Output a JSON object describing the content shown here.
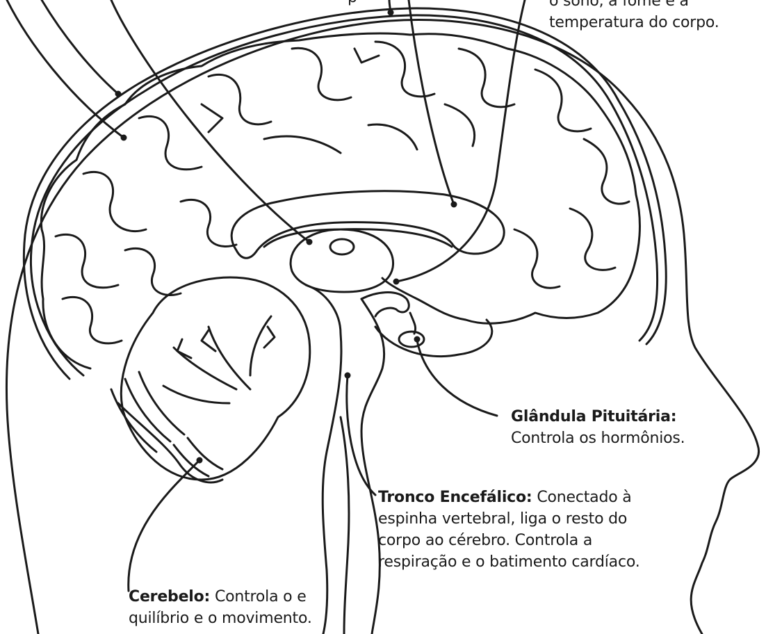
{
  "labels": {
    "hypothalamus": {
      "line1": "o sono, a fome e a",
      "line2": "temperatura do corpo."
    },
    "pituitary": {
      "title": "Glândula Pituitária:",
      "line1": "Controla os hormônios."
    },
    "brainstem": {
      "title": "Tronco Encefálico:",
      "line1_rest": " Conectado à",
      "line2": "espinha vertebral, liga o resto do",
      "line3": "corpo ao cérebro. Controla a",
      "line4": "respiração e o batimento cardíaco."
    },
    "cerebellum": {
      "title": "Cerebelo:",
      "line1_rest": " Controla o e",
      "line2": "quilíbrio e o movimento."
    },
    "top_fragment": "p"
  },
  "colors": {
    "ink": "#1a1a1a",
    "background": "#ffffff"
  }
}
